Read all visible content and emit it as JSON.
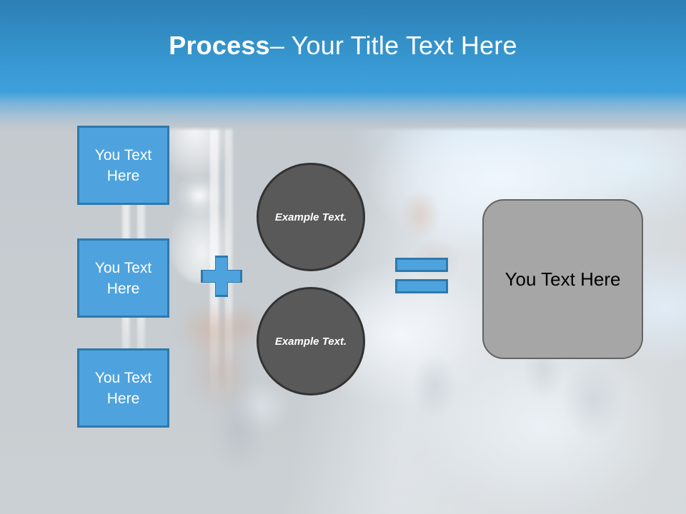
{
  "slide": {
    "title": {
      "strong": "Process",
      "rest": " – Your Title Text Here"
    },
    "theme": {
      "accent_blue": "#4ea3de",
      "accent_blue_border": "#2e79ad",
      "title_band_top": "#2d7fb4",
      "title_band_bottom": "#3d9fdb",
      "circle_fill": "#595959",
      "circle_border": "#333333",
      "result_fill": "#a6a6a6",
      "result_border": "#636363",
      "background_gray": "#c4cacf"
    }
  },
  "inputs": [
    {
      "label": "You Text Here"
    },
    {
      "label": "You Text Here"
    },
    {
      "label": "You Text Here"
    }
  ],
  "operators": {
    "plus": "+",
    "equals": "="
  },
  "examples": [
    {
      "label": "Example Text."
    },
    {
      "label": "Example Text."
    }
  ],
  "result": {
    "label": "You Text Here"
  }
}
